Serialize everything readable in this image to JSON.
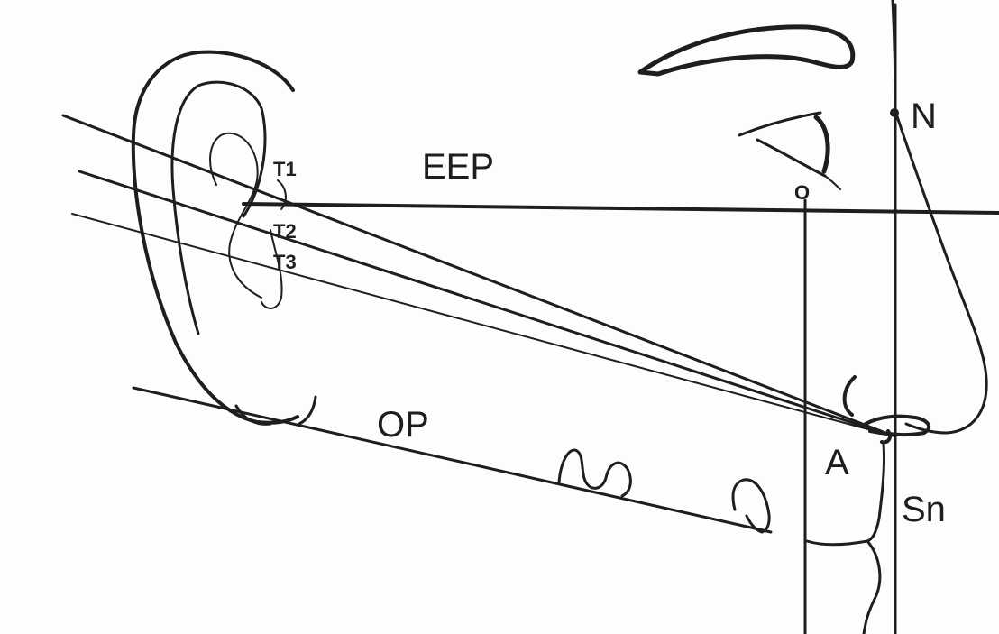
{
  "labels": {
    "t1": "T1",
    "t2": "T2",
    "t3": "T3",
    "eep": "EEP",
    "o": "O",
    "n": "N",
    "op": "OP",
    "a": "A",
    "sn": "Sn"
  },
  "colors": {
    "ink": "#1e1e1e",
    "background": "#fdfdfd"
  }
}
